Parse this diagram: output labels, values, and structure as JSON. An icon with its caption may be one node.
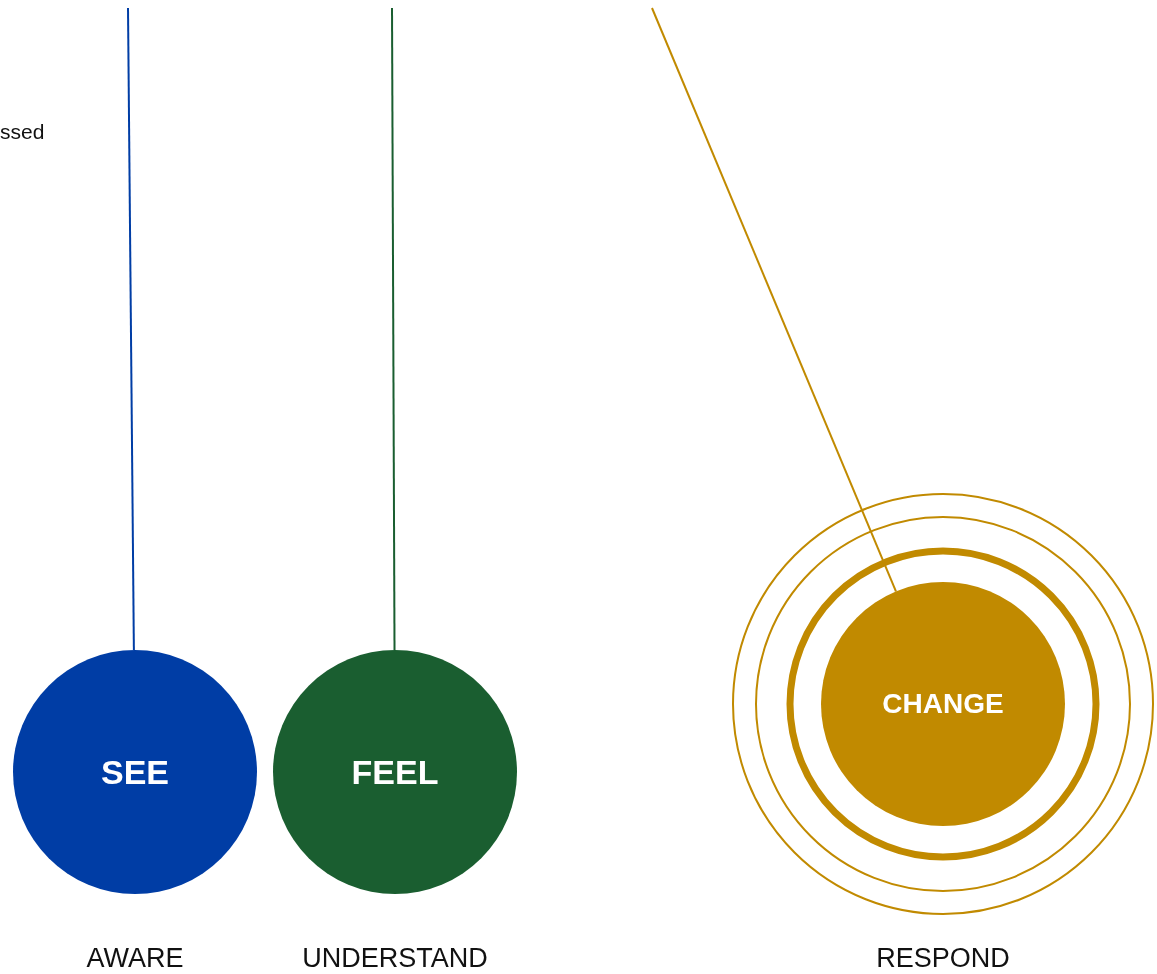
{
  "diagram": {
    "nodes": [
      {
        "text": [
          "SEE"
        ],
        "beside": [
          "AWARE"
        ]
      },
      {
        "text": [
          "FEEL"
        ],
        "beside": [
          "UNDERSTAND"
        ]
      },
      {
        "text": [
          "CHANGE"
        ]
      }
    ],
    "edges": [
      {
        "from": null,
        "to": 0,
        "arrow": "none",
        "color": "#003da5"
      },
      {
        "from": null,
        "to": 1,
        "arrow": "none",
        "color": "#1a5e30"
      },
      {
        "from": null,
        "to": 2,
        "arrow": "none",
        "color": "#c18a00"
      }
    ],
    "labels": [
      "ssed",
      "RESPOND"
    ]
  }
}
